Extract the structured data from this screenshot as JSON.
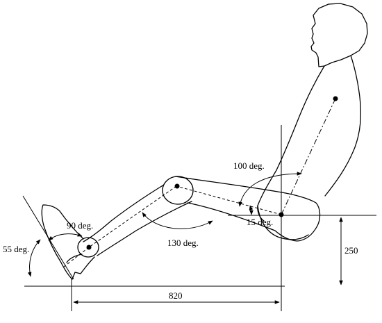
{
  "labels": {
    "angle_back": "100 deg.",
    "angle_knee": "130 deg.",
    "angle_ankle": "90 deg.",
    "angle_foot": "55 deg.",
    "angle_thigh": "15 deg.",
    "dim_height": "250",
    "dim_length": "820"
  }
}
